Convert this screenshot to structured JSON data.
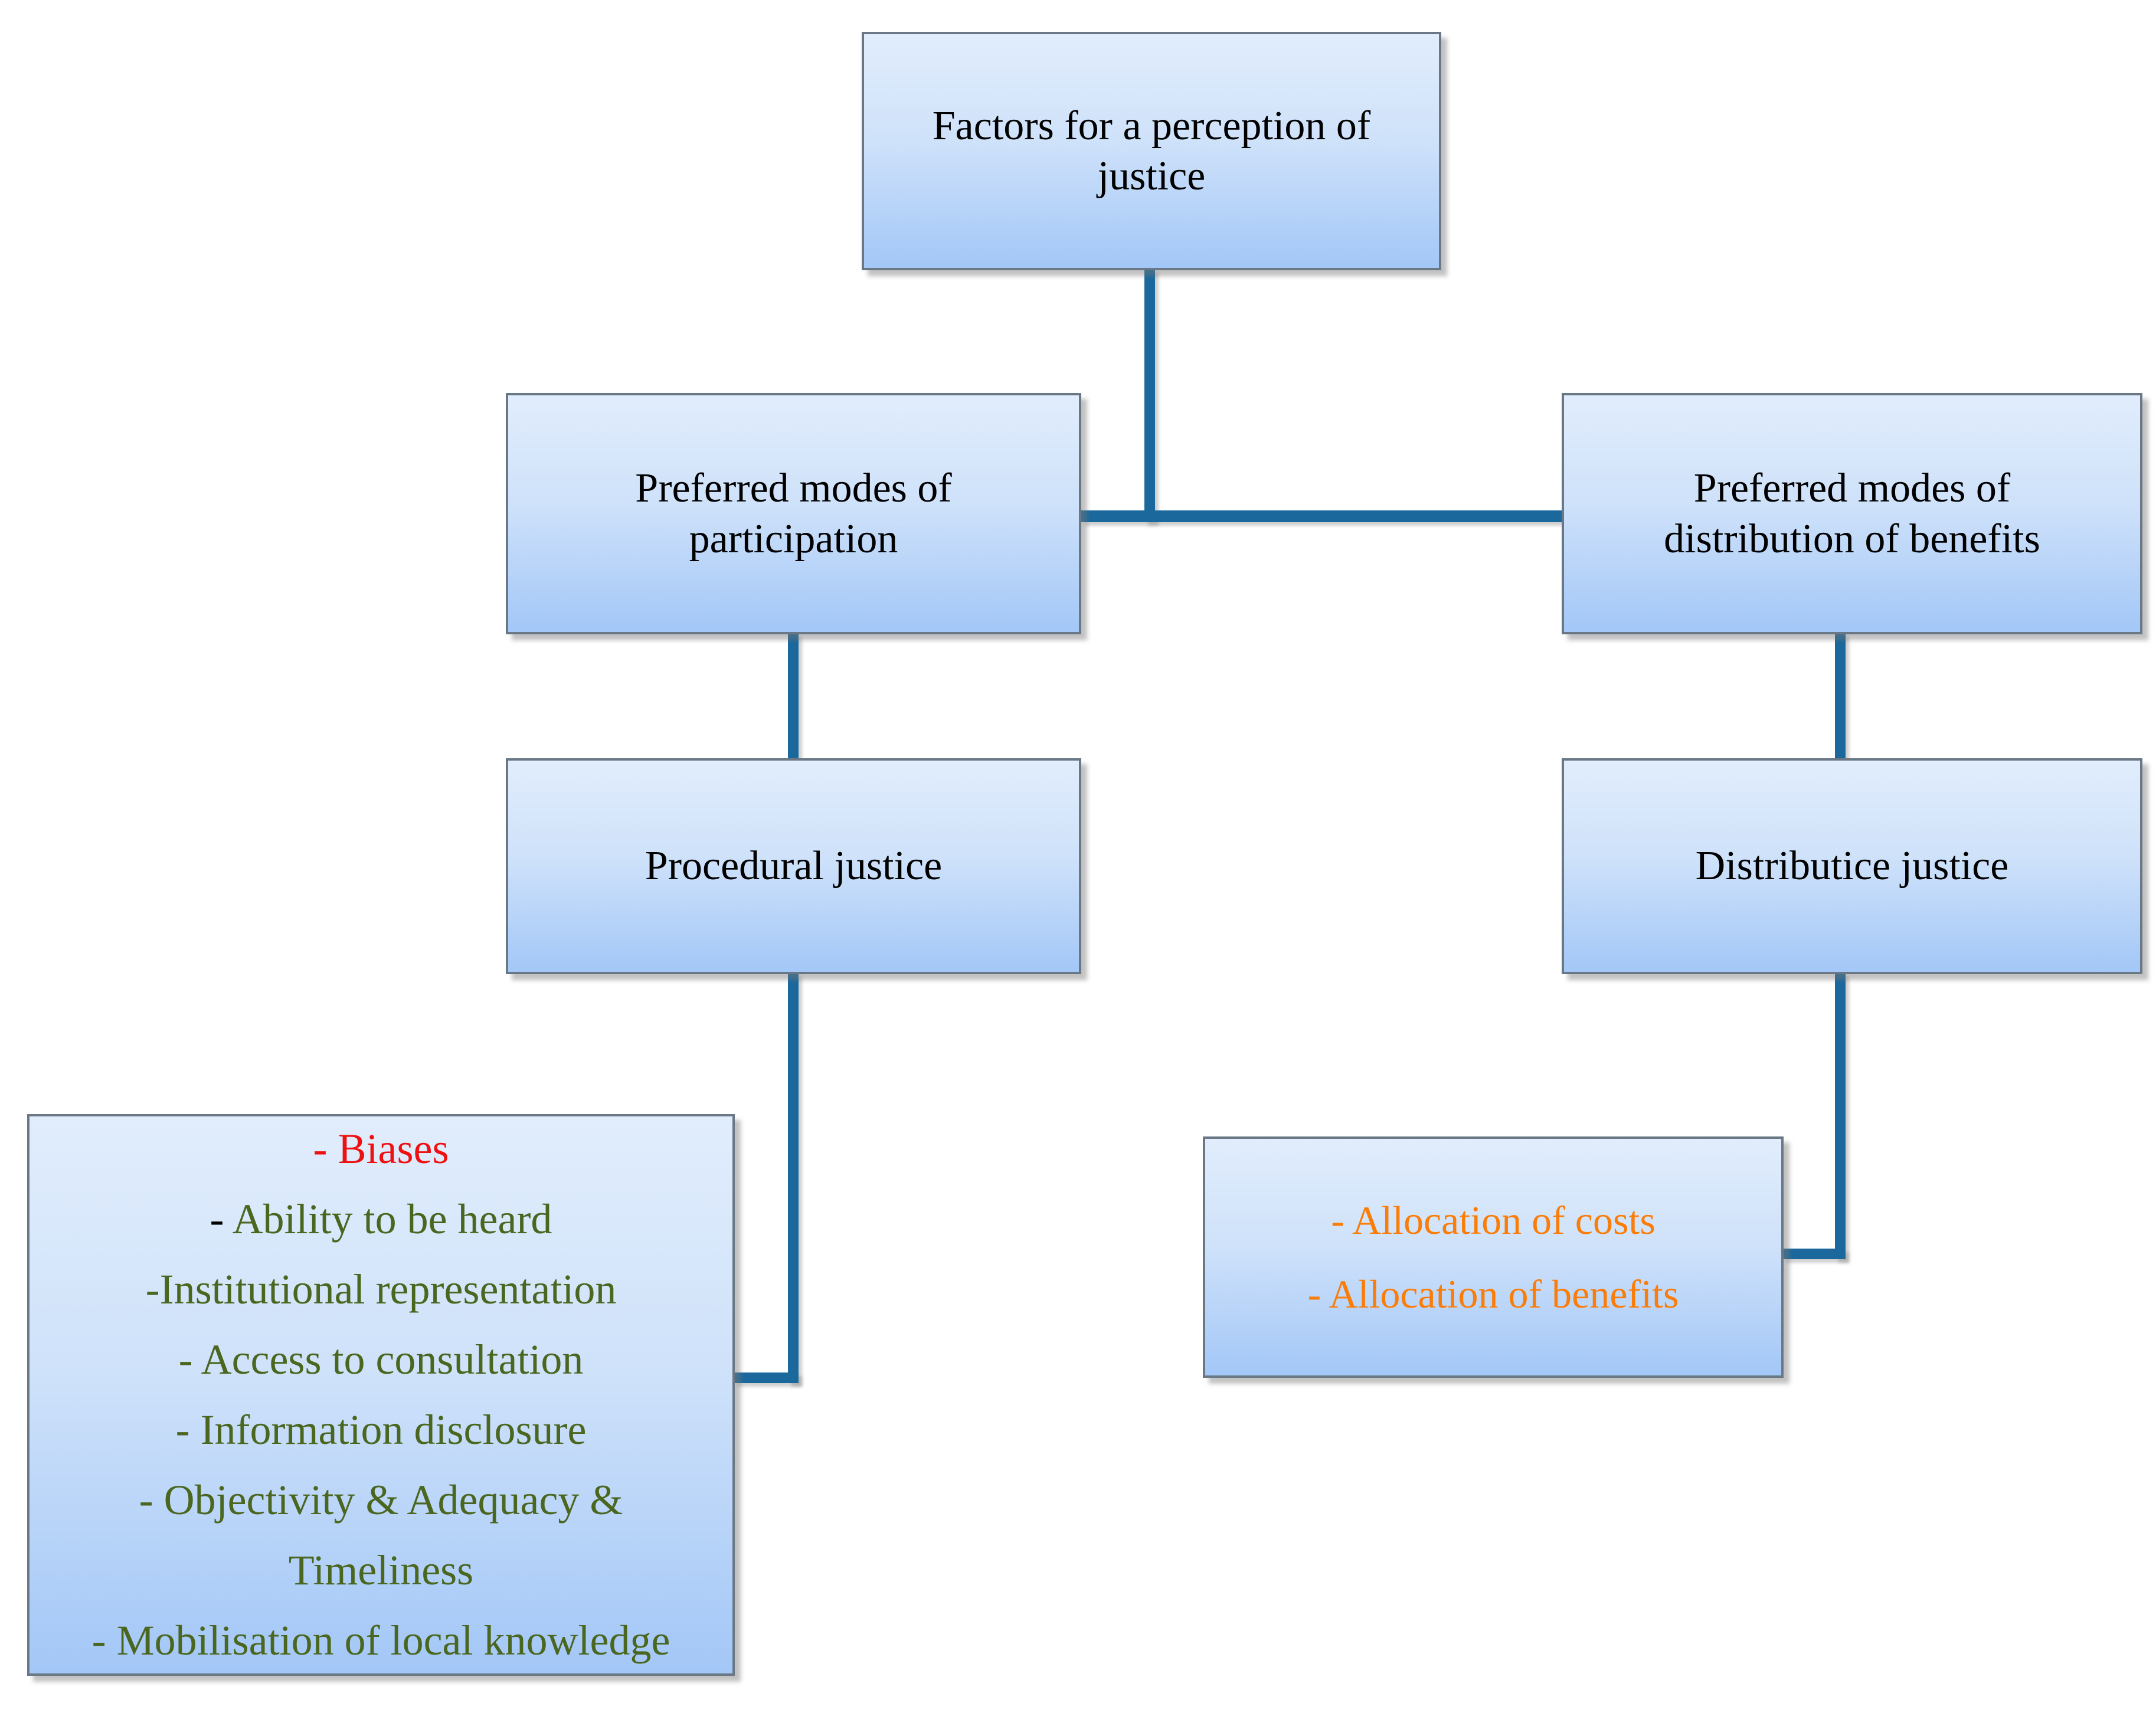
{
  "diagram": {
    "boxes": {
      "root": {
        "text": "Factors for a perception of\njustice"
      },
      "participation": {
        "text": "Preferred modes of\nparticipation"
      },
      "distribution": {
        "text": "Preferred modes of\ndistribution of benefits"
      },
      "procedural": {
        "text": "Procedural justice"
      },
      "distributive": {
        "text": "Distributice justice"
      },
      "procedural_factors": {
        "items": [
          {
            "prefix": "- ",
            "text": "Biases",
            "color": "#ee1111"
          },
          {
            "prefix": "- ",
            "prefix_color": "#000000",
            "text": "Ability to be heard",
            "color": "#4a661f"
          },
          {
            "prefix": "-",
            "text": "Institutional representation",
            "color": "#4a661f"
          },
          {
            "prefix": "- ",
            "text": "Access to consultation",
            "color": "#4a661f"
          },
          {
            "prefix": "- ",
            "text": "Information disclosure",
            "color": "#4a661f"
          },
          {
            "prefix": "- ",
            "text": "Objectivity & Adequacy &\nTimeliness",
            "color": "#4a661f"
          },
          {
            "prefix": "- ",
            "text": "Mobilisation of local knowledge",
            "color": "#4a661f"
          }
        ]
      },
      "allocation": {
        "items": [
          {
            "prefix": "- ",
            "text": "Allocation of costs",
            "color": "#fb7d09"
          },
          {
            "prefix": "- ",
            "text": "Allocation of benefits",
            "color": "#fb7d09"
          }
        ]
      }
    },
    "colors": {
      "connector": "#1a689c",
      "box_fill_top": "#e1edfc",
      "box_fill_bottom": "#a3c7f7",
      "box_border": "#6a7886",
      "title_text": "#000000",
      "factors_green": "#4a661f",
      "factors_red": "#ee1111",
      "allocation_orange": "#fb7d09"
    }
  }
}
